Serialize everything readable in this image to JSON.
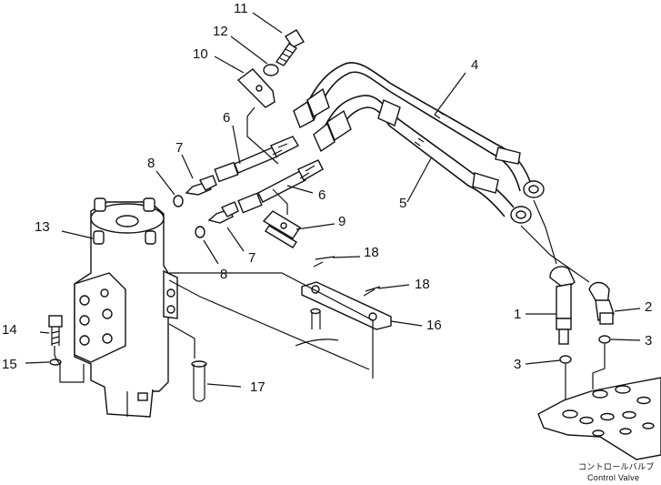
{
  "callouts": {
    "c1": "1",
    "c2": "2",
    "c3a": "3",
    "c3b": "3",
    "c4": "4",
    "c5": "5",
    "c6a": "6",
    "c6b": "6",
    "c7a": "7",
    "c7b": "7",
    "c8a": "8",
    "c8b": "8",
    "c9": "9",
    "c10": "10",
    "c11": "11",
    "c12": "12",
    "c13": "13",
    "c14": "14",
    "c15": "15",
    "c16": "16",
    "c17": "17",
    "c18a": "18",
    "c18b": "18"
  },
  "caption": {
    "jp": "コントロールバルブ",
    "en": "Control  Valve"
  }
}
